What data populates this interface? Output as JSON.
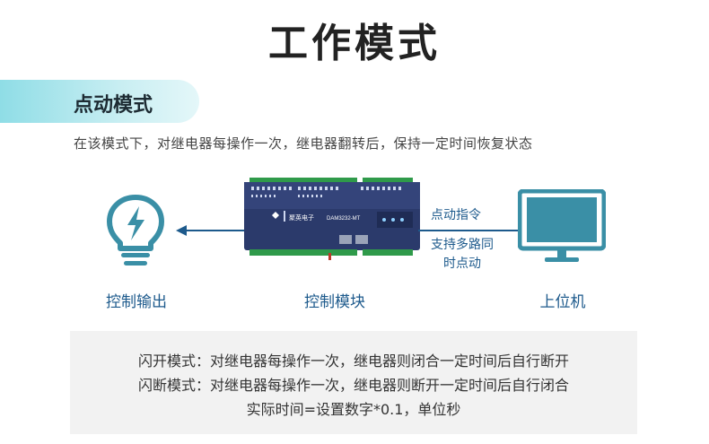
{
  "page": {
    "title": "工作模式",
    "section_tab": "点动模式",
    "description": "在该模式下，对继电器每操作一次，继电器翻转后，保持一定时间恢复状态"
  },
  "diagram": {
    "left_caption": "控制输出",
    "center_caption": "控制模块",
    "right_caption": "上位机",
    "label_command": "点动指令",
    "label_multi_line1": "支持多路同",
    "label_multi_line2": "时点动",
    "device_brand": "聚英电子",
    "device_model": "DAM3232-MT"
  },
  "info": {
    "line1": "闪开模式：对继电器每操作一次，继电器则闭合一定时间后自行断开",
    "line2": "闪断模式：对继电器每操作一次，继电器则断开一定时间后自行闭合",
    "line3": "实际时间=设置数字*0.1，单位秒"
  },
  "colors": {
    "accent": "#1d5a8c",
    "icon_teal": "#3a8fa6",
    "tab_gradient_start": "#8fdde6",
    "device_body": "#2b3a6b",
    "terminal_green": "#2f9a4a",
    "info_bg": "#f2f2f2"
  },
  "icons": {
    "left": "lightning-bulb-icon",
    "right": "monitor-icon"
  }
}
